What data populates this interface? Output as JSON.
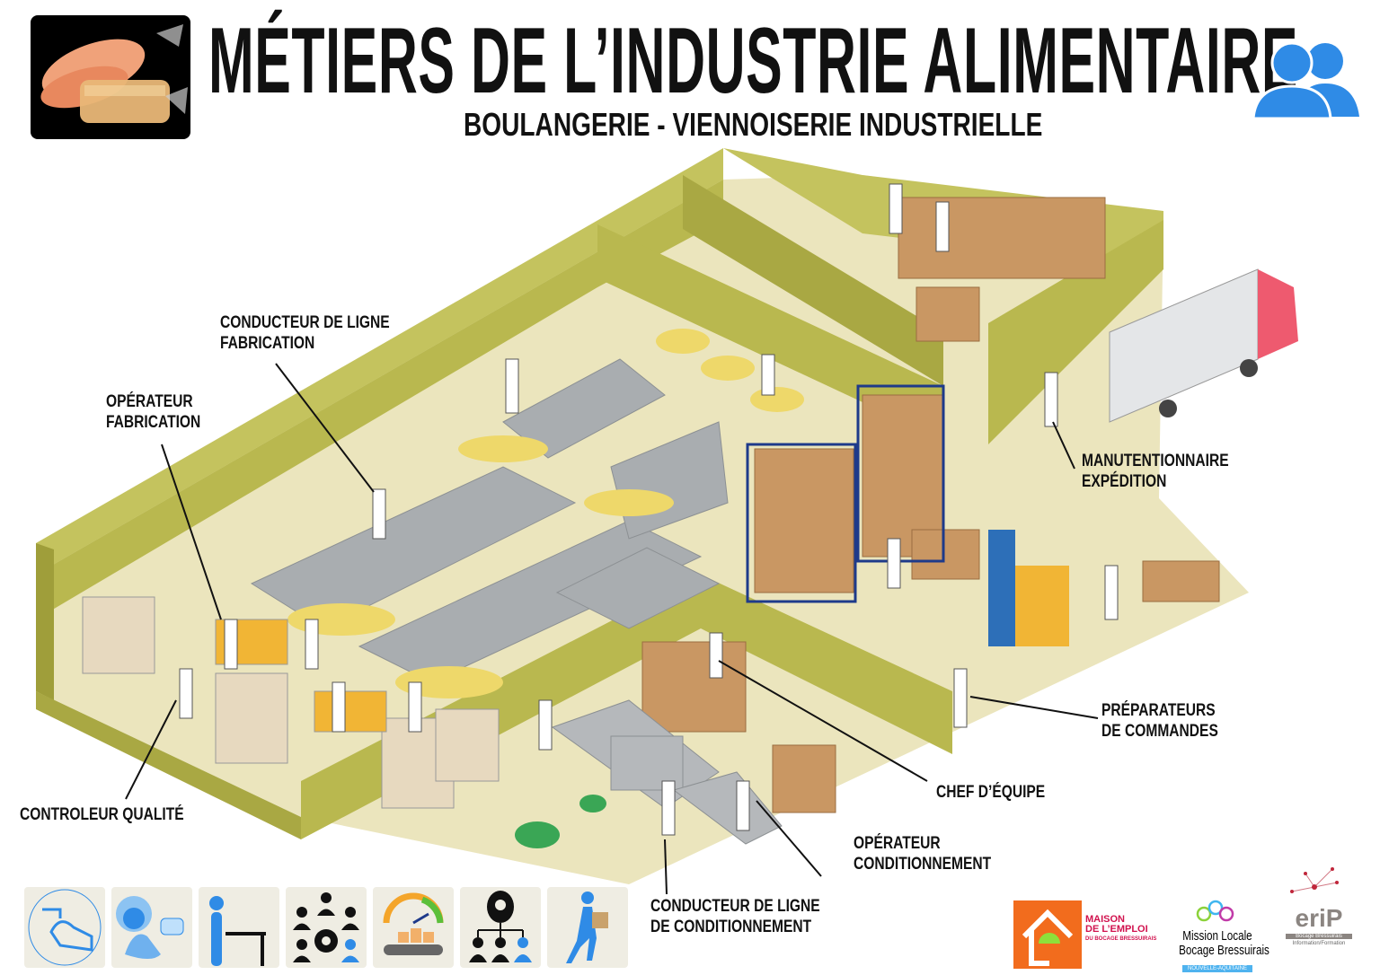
{
  "header": {
    "title": "MÉTIERS DE L’INDUSTRIE ALIMENTAIRE",
    "subtitle": "BOULANGERIE - VIENNOISERIE INDUSTRIELLE",
    "product_image_icon": "bread-bags-icon",
    "people_icon": "users-icon"
  },
  "colors": {
    "wall": "#b9b84f",
    "floor": "#ebe5bd",
    "accent_blue": "#2f8be6",
    "machine": "#a9adb0",
    "box": "#c99763"
  },
  "jobs": [
    {
      "line1": "CONDUCTEUR DE LIGNE",
      "line2": "FABRICATION"
    },
    {
      "line1": "OPÉRATEUR",
      "line2": "FABRICATION"
    },
    {
      "line1": "CONTROLEUR QUALITÉ",
      "line2": ""
    },
    {
      "line1": "MANUTENTIONNAIRE",
      "line2": "EXPÉDITION"
    },
    {
      "line1": "PRÉPARATEURS",
      "line2": "DE COMMANDES"
    },
    {
      "line1": "CHEF D’ÉQUIPE",
      "line2": ""
    },
    {
      "line1": "OPÉRATEUR",
      "line2": "CONDITIONNEMENT"
    },
    {
      "line1": "CONDUCTEUR DE LIGNE",
      "line2": "DE CONDITIONNEMENT"
    }
  ],
  "pictograms": [
    "hand-washing-icon",
    "hygiene-equipment-icon",
    "standing-work-icon",
    "teamwork-icon",
    "productivity-gauge-icon",
    "hierarchy-icon",
    "carrying-box-icon"
  ],
  "logos": {
    "maison_emploi": {
      "line1": "MAISON",
      "line2": "DE L’EMPLOI",
      "line3": "DU BOCAGE BRESSUIRAIS"
    },
    "mission_locale": {
      "line1": "Mission Locale",
      "line2": "Bocage Bressuirais",
      "badge": "NOUVELLE-AQUITAINE"
    },
    "erip": {
      "name": "eriP",
      "line1": "Bocage Bressuirais",
      "line2": "Information/Formation"
    }
  }
}
